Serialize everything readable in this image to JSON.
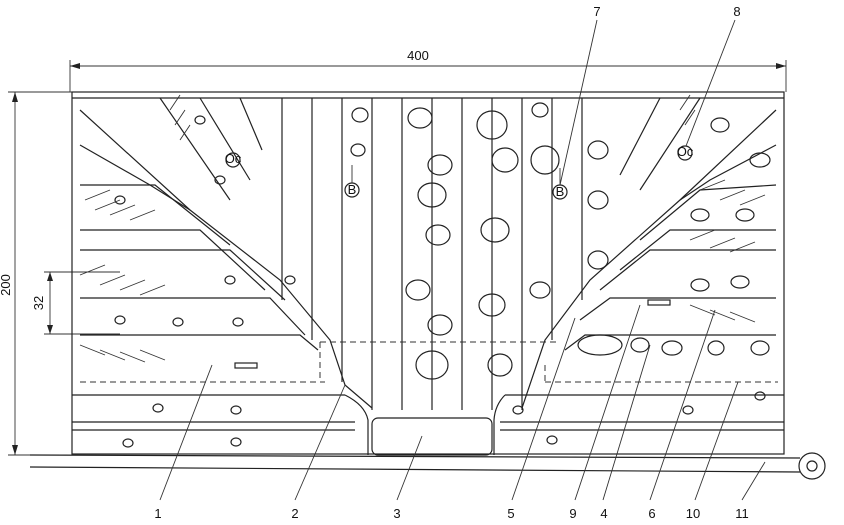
{
  "dimensions": {
    "width_label": "400",
    "height_label": "200",
    "spacing_label": "32"
  },
  "callouts": [
    "1",
    "2",
    "3",
    "5",
    "9",
    "4",
    "6",
    "10",
    "11",
    "7",
    "8"
  ],
  "markers": {
    "b_left": "B",
    "b_right": "B",
    "oc_left": "Oc",
    "oc_right": "Oc"
  }
}
